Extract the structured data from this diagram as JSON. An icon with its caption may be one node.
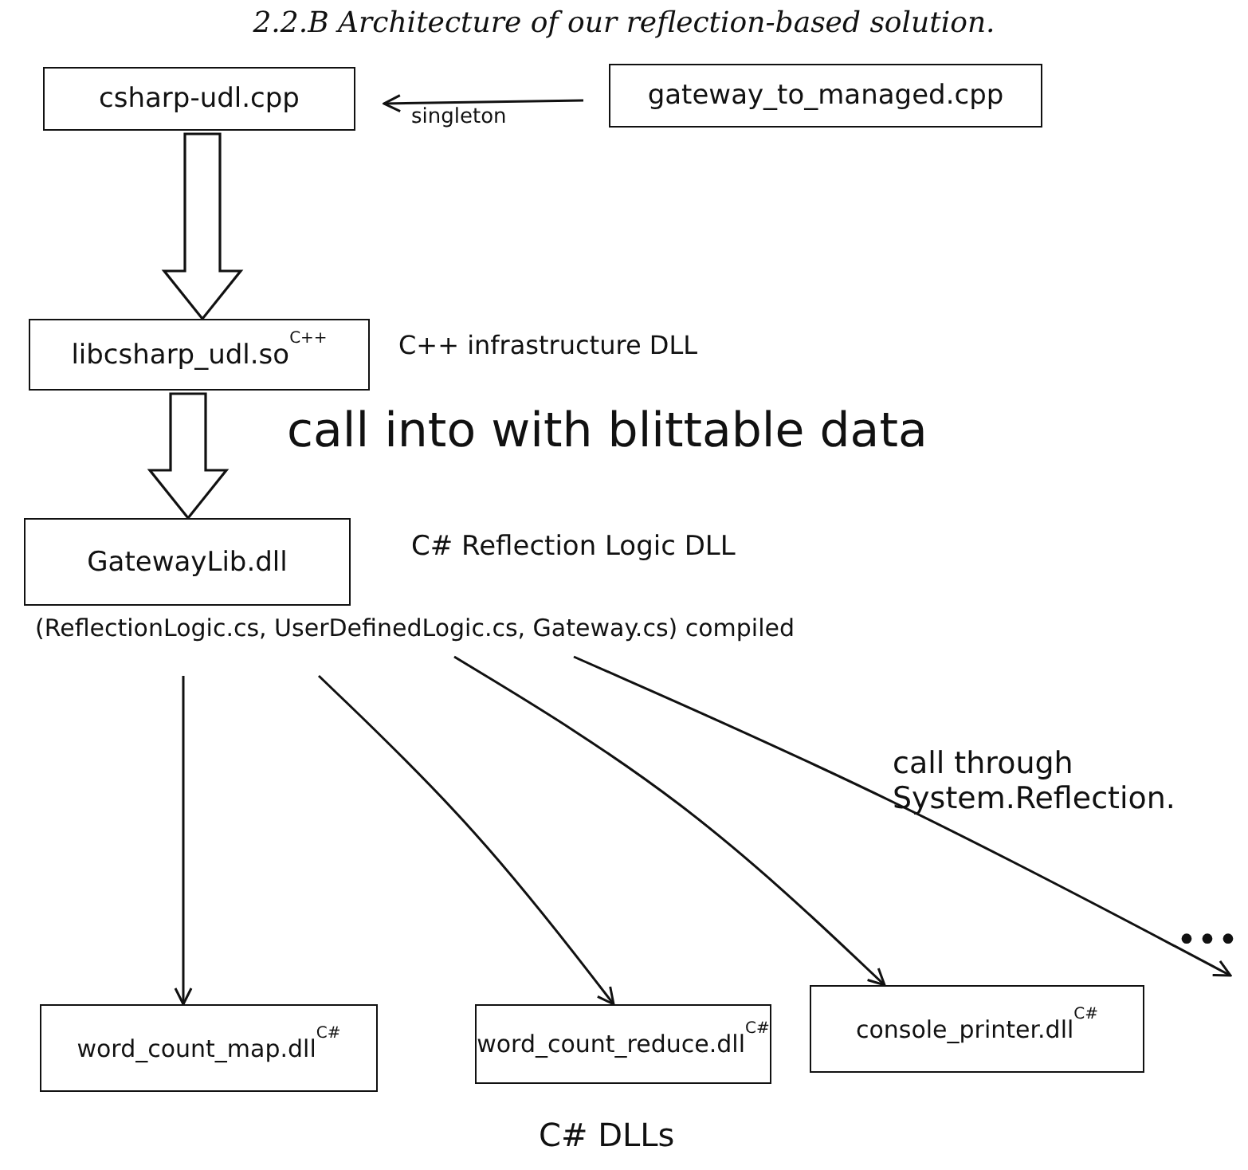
{
  "diagram": {
    "title": "2.2.B Architecture of our reflection-based solution.",
    "nodes": [
      {
        "text": [
          "csharp-udl.cpp"
        ]
      },
      {
        "text": [
          "gateway_to_managed.cpp"
        ]
      },
      {
        "text": [
          "libcsharp_udl.so$^{C++}$"
        ],
        "beside": [
          "C++ infrastructure DLL"
        ]
      },
      {
        "text": [
          "GatewayLib.dll"
        ],
        "beside": [
          "C# Reflection Logic DLL",
          "(ReflectionLogic.cs, UserDefinedLogic.cs, Gateway.cs) compiled"
        ]
      },
      {
        "text": [
          "word_count_map.dll$^{C#}$"
        ]
      },
      {
        "text": [
          "word_count_reduce.dll$^{C#}$"
        ]
      },
      {
        "text": [
          "console_printer.dll$^{C#}$"
        ]
      }
    ],
    "edges": [
      {
        "from": 1,
        "to": 0,
        "arrow": "to",
        "label": "singleton"
      },
      {
        "from": 0,
        "to": 2,
        "arrow": "to",
        "style": "thick"
      },
      {
        "from": 2,
        "to": 3,
        "arrow": "to",
        "style": "thick",
        "label": "call into with blittable data"
      },
      {
        "from": 3,
        "to": 4,
        "arrow": "to"
      },
      {
        "from": 3,
        "to": 5,
        "arrow": "to"
      },
      {
        "from": 3,
        "to": 6,
        "arrow": "to"
      },
      {
        "from": 3,
        "to": null,
        "arrow": "to"
      }
    ],
    "labels": [
      "call through System.Reflection.",
      "•••",
      "C# DLLs"
    ]
  }
}
